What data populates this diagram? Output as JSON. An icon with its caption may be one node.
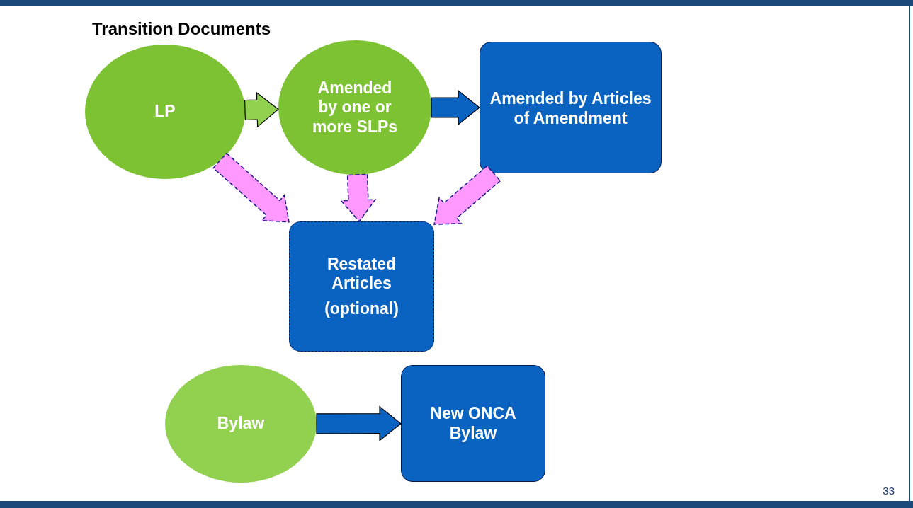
{
  "diagram": {
    "title": "Transition Documents",
    "nodes": [
      {
        "text": [
          "LP"
        ]
      },
      {
        "text": [
          "Amended by one or more SLPs"
        ]
      },
      {
        "text": [
          "Amended by Articles of Amendment"
        ]
      },
      {
        "text": [
          "Restated Articles",
          "(optional)"
        ]
      },
      {
        "text": [
          "Bylaw"
        ]
      },
      {
        "text": [
          "New ONCA Bylaw"
        ]
      }
    ],
    "edges": [
      {
        "from": 0,
        "to": 1,
        "arrow": "to",
        "color": "#92d050"
      },
      {
        "from": 1,
        "to": 2,
        "arrow": "to",
        "color": "#0b63c1"
      },
      {
        "from": 0,
        "to": 3,
        "arrow": "to",
        "style": "dashed"
      },
      {
        "from": 1,
        "to": 3,
        "arrow": "to",
        "style": "dashed"
      },
      {
        "from": 2,
        "to": 3,
        "arrow": "to",
        "style": "dashed"
      },
      {
        "from": 4,
        "to": 5,
        "arrow": "to",
        "color": "#0b63c1"
      }
    ],
    "labels": [
      "33"
    ]
  }
}
